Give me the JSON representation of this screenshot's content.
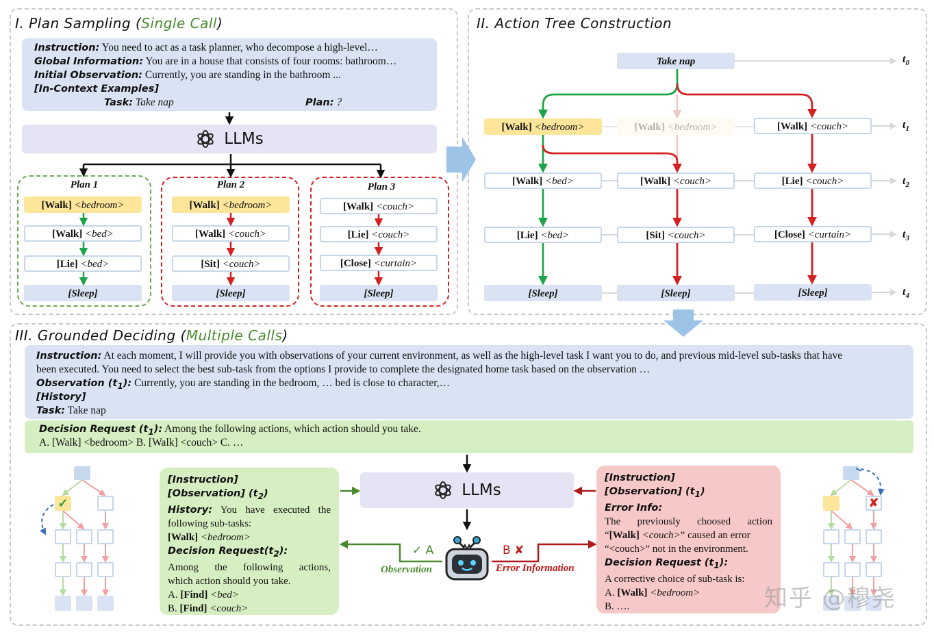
{
  "sec1": {
    "title_a": "I. Plan Sampling (",
    "title_b": "Single Call",
    "title_c": ")"
  },
  "sec2": {
    "title": "II. Action Tree Construction"
  },
  "sec3": {
    "title_a": "III. Grounded Deciding (",
    "title_b": "Multiple Calls",
    "title_c": ")"
  },
  "prompt1": {
    "instruction_label": "Instruction:",
    "instruction": "You need to act as a task planner, who decompose a high-level…",
    "global_label": "Global Information:",
    "global": "You are in a house that consists of four rooms: bathroom…",
    "initial_label": "Initial Observation:",
    "initial": "Currently, you are standing in the bathroom ...",
    "examples_label": "[In-Context Examples]",
    "task_label": "Task:",
    "task": "Take nap",
    "plan_label": "Plan:",
    "plan": "?"
  },
  "llm_label": "LLMs",
  "plans": [
    {
      "title": "Plan 1",
      "steps": [
        [
          "[Walk]",
          "<bedroom>"
        ],
        [
          "[Walk]",
          "<bed>"
        ],
        [
          "[Lie]",
          "<bed>"
        ],
        [
          "[Sleep]",
          ""
        ]
      ]
    },
    {
      "title": "Plan 2",
      "steps": [
        [
          "[Walk]",
          "<bedroom>"
        ],
        [
          "[Walk]",
          "<couch>"
        ],
        [
          "[Sit]",
          "<couch>"
        ],
        [
          "[Sleep]",
          ""
        ]
      ]
    },
    {
      "title": "Plan 3",
      "steps": [
        [
          "[Walk]",
          "<couch>"
        ],
        [
          "[Lie]",
          "<couch>"
        ],
        [
          "[Close]",
          "<curtain>"
        ],
        [
          "[Sleep]",
          ""
        ]
      ]
    }
  ],
  "tree": {
    "root": "Take nap",
    "t1": [
      [
        "[Walk]",
        "<bedroom>"
      ],
      [
        "[Walk]",
        "<bedroom>"
      ],
      [
        "[Walk]",
        "<couch>"
      ]
    ],
    "t2": [
      [
        "[Walk]",
        "<bed>"
      ],
      [
        "[Walk]",
        "<couch>"
      ],
      [
        "[Lie]",
        "<couch>"
      ]
    ],
    "t3": [
      [
        "[Lie]",
        "<bed>"
      ],
      [
        "[Sit]",
        "<couch>"
      ],
      [
        "[Close]",
        "<curtain>"
      ]
    ],
    "t4": [
      "[Sleep]",
      "[Sleep]",
      "[Sleep]"
    ],
    "times": [
      "t",
      "0",
      "1",
      "2",
      "3",
      "4"
    ]
  },
  "prompt3": {
    "instruction_label": "Instruction:",
    "instruction_1": "At each moment, I will provide you with observations of your current environment, as well as the high-level task I want you to do, and previous mid-level sub-tasks that have",
    "instruction_2": "been executed. You need to select the best sub-task from the options I provide to complete the designated home task based on the observation …",
    "observation_label": "Observation (t",
    "observation_sub": "1",
    "observation_end": "):",
    "observation": "Currently, you are standing in the bedroom, … bed is close to character,…",
    "history_label": "[History]",
    "task_label": "Task:",
    "task": "Take nap"
  },
  "decision": {
    "label": "Decision Request (t",
    "sub": "1",
    "end": "):",
    "text": "Among the following actions, which action should you take.",
    "options": "A. [Walk] <bedroom> B. [Walk] <couch> C. …"
  },
  "green_card": {
    "l1": "[Instruction]",
    "l2a": "[Observation] (t",
    "l2s": "2",
    "l2b": ")",
    "l3": "History:",
    "l3t": "You have executed the",
    "l4": "following sub-tasks:",
    "l5a": "[Walk]",
    "l5b": "<bedroom>",
    "l6a": "Decision Request(t",
    "l6s": "2",
    "l6b": "):",
    "l7": "Among the following actions,",
    "l8": "which action should you take.",
    "l9a": "A.",
    "l9b": "[Find]",
    "l9c": "<bed>",
    "l10a": "B.",
    "l10b": "[Find]",
    "l10c": "<couch>"
  },
  "red_card": {
    "l1": "[Instruction]",
    "l2a": "[Observation] (t",
    "l2s": "1",
    "l2b": ")",
    "l3": "Error Info:",
    "l4": "The previously choosed action",
    "l5a": "“",
    "l5b": "[Walk]",
    "l5c": "<couch>",
    "l5d": "” caused an error",
    "l6": "“<couch>” not in the environment.",
    "l7a": "Decision Request (t",
    "l7s": "1",
    "l7b": "):",
    "l8": "A corrective choice of sub-task is:",
    "l9a": "A.",
    "l9b": "[Walk]",
    "l9c": "<bedroom>",
    "l10": "B. …."
  },
  "feedback": {
    "observation": "Observation",
    "check": "✓",
    "a": "A",
    "error": "Error Information",
    "b": "B",
    "cross": "✘"
  },
  "watermark": "知乎 @穆尧",
  "colors": {
    "green": "#1ea448",
    "red": "#d42020",
    "blue_fill": "#dae3f3",
    "green_fill": "#d6efc2",
    "red_fill": "#f7c8c8",
    "yellow": "#fde59a"
  }
}
